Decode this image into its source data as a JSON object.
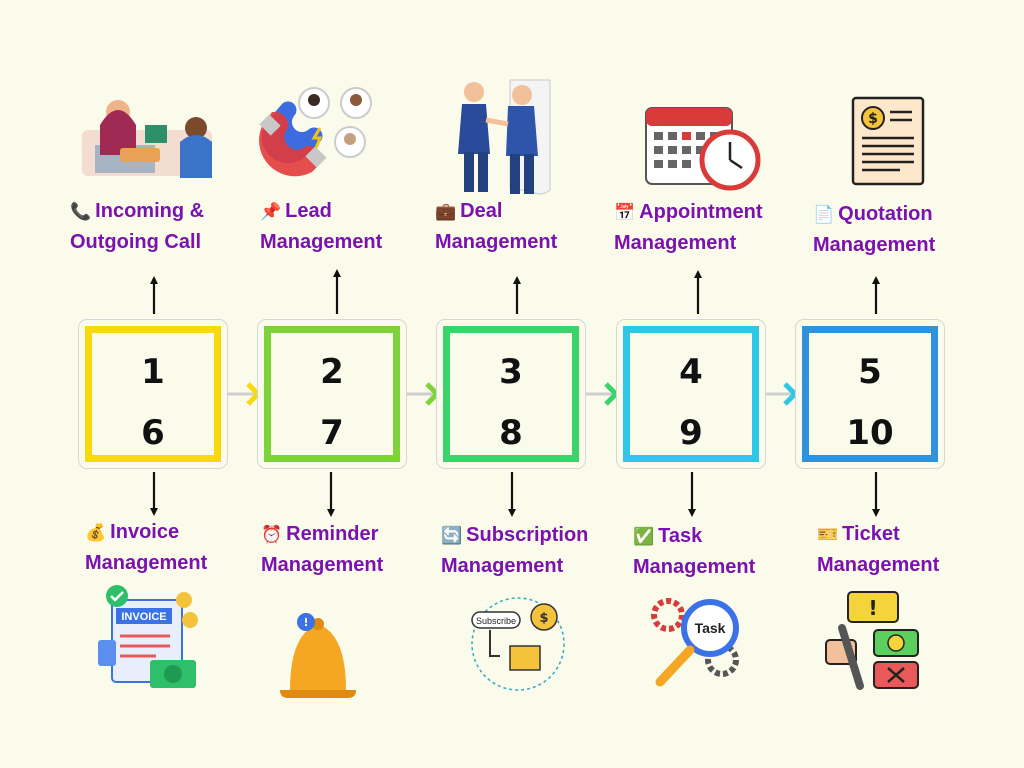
{
  "colors": {
    "label": "#7b12b0",
    "step1": "#f7d90c",
    "step2": "#7fd33a",
    "step3": "#3ad46a",
    "step4": "#2fc7e6",
    "step5": "#2f92db"
  },
  "steps": [
    {
      "top_number": "1",
      "bottom_number": "6",
      "top_label": {
        "emoji": "📞",
        "line1": "Incoming &",
        "line2": "Outgoing Call",
        "icon": "phone-icon"
      },
      "bottom_label": {
        "emoji": "💰",
        "line1": "Invoice",
        "line2": "Management",
        "icon": "money-bag-icon"
      }
    },
    {
      "top_number": "2",
      "bottom_number": "7",
      "top_label": {
        "emoji": "📌",
        "line1": "Lead",
        "line2": "Management",
        "icon": "pushpin-icon"
      },
      "bottom_label": {
        "emoji": "⏰",
        "line1": "Reminder",
        "line2": "Management",
        "icon": "alarm-clock-icon"
      }
    },
    {
      "top_number": "3",
      "bottom_number": "8",
      "top_label": {
        "emoji": "💼",
        "line1": "Deal",
        "line2": "Management",
        "icon": "briefcase-icon"
      },
      "bottom_label": {
        "emoji": "🔄",
        "line1": "Subscription",
        "line2": "Management",
        "icon": "refresh-icon"
      }
    },
    {
      "top_number": "4",
      "bottom_number": "9",
      "top_label": {
        "emoji": "📅",
        "line1": "Appointment",
        "line2": "Management",
        "icon": "calendar-icon"
      },
      "bottom_label": {
        "emoji": "✅",
        "line1": "Task",
        "line2": "Management",
        "icon": "check-mark-icon"
      }
    },
    {
      "top_number": "5",
      "bottom_number": "10",
      "top_label": {
        "emoji": "📄",
        "line1": "Quotation",
        "line2": "Management",
        "icon": "document-icon"
      },
      "bottom_label": {
        "emoji": "🎫",
        "line1": "Ticket",
        "line2": "Management",
        "icon": "ticket-icon"
      }
    }
  ],
  "illustration_text": {
    "invoice": "INVOICE",
    "subscribe": "Subscribe",
    "task": "Task",
    "dollar": "$"
  }
}
